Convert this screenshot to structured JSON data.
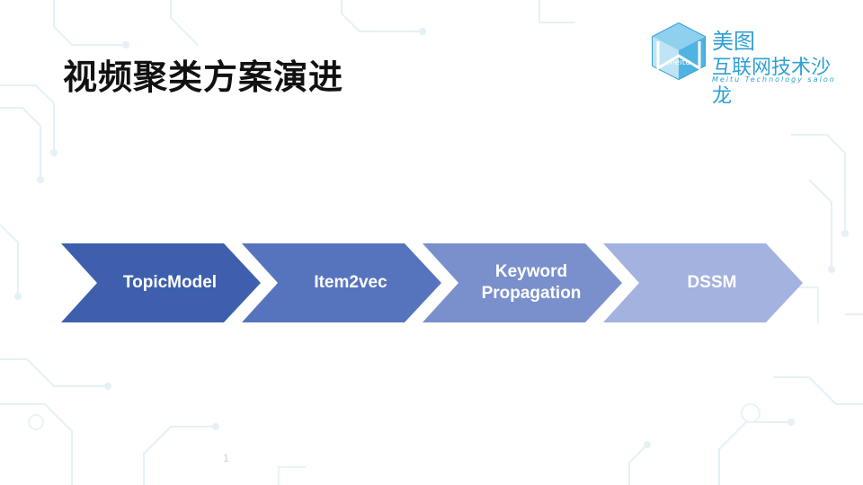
{
  "slide": {
    "title": "视频聚类方案演进",
    "page_number": "1"
  },
  "logo": {
    "cube_text": "meitu",
    "brand": "美图",
    "subtitle": "互联网技术沙龙",
    "english": "Meitu Technology salon",
    "color": "#2e9fd6"
  },
  "flow": {
    "steps": [
      {
        "label": "TopicModel",
        "color": "#3d5fae"
      },
      {
        "label": "Item2vec",
        "color": "#5674be"
      },
      {
        "label": "Keyword Propagation",
        "color": "#7a90cc"
      },
      {
        "label": "DSSM",
        "color": "#a3b2de"
      }
    ]
  }
}
